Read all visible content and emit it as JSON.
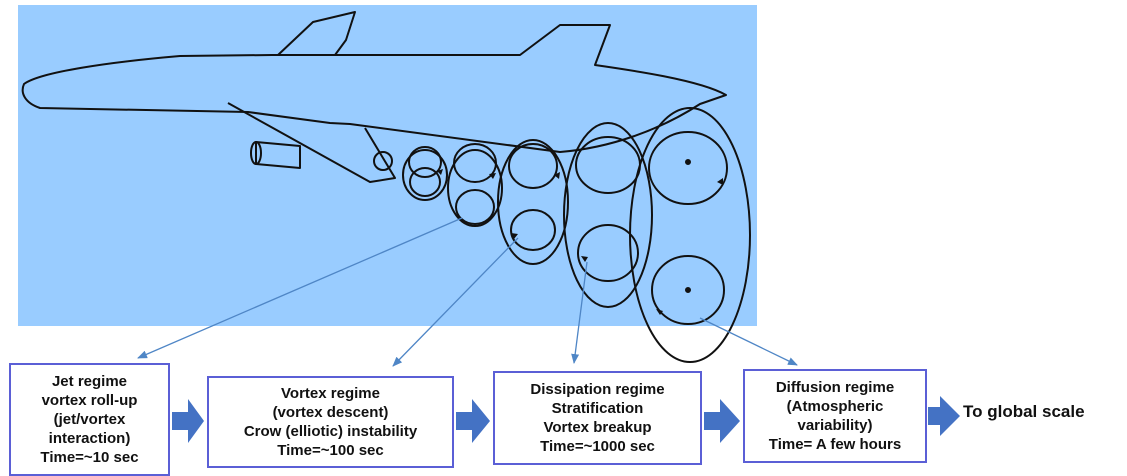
{
  "colors": {
    "sky": "#99ccff",
    "box_border": "#5b5fd6",
    "pointer_arrow": "#4f86c6",
    "flow_arrow": "#4472c4",
    "outline": "#111111"
  },
  "regimes": [
    {
      "lines": [
        "Jet regime",
        "vortex roll-up",
        "(jet/vortex",
        "interaction)",
        "Time=~10 sec"
      ]
    },
    {
      "lines": [
        "Vortex regime",
        "(vortex descent)",
        "Crow (elliotic) instability",
        "Time=~100 sec"
      ]
    },
    {
      "lines": [
        "Dissipation regime",
        "Stratification",
        "Vortex breakup",
        "Time=~1000 sec"
      ]
    },
    {
      "lines": [
        "Diffusion regime",
        "(Atmospheric",
        "variability)",
        "Time= A few hours"
      ]
    }
  ],
  "global_label": "To global scale",
  "icons": {
    "airplane": "airplane-outline-icon",
    "flow_arrow": "block-arrow-right-icon",
    "pointer": "thin-arrow-icon",
    "vortex": "vortex-circle-icon"
  }
}
